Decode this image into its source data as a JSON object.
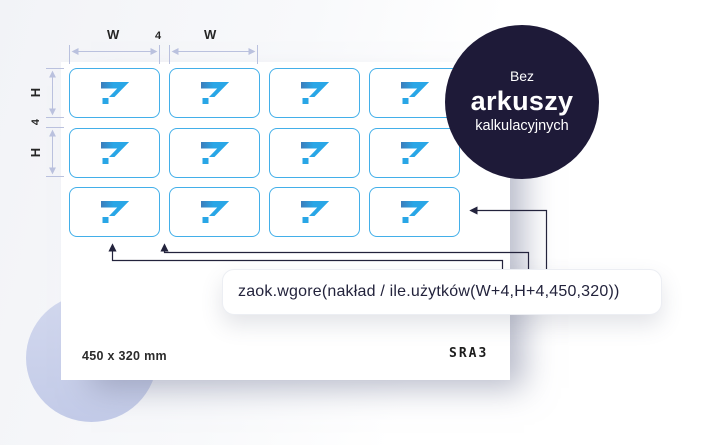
{
  "badge": {
    "lines": [
      "Bez",
      "arkuszy",
      "kalkulacyjnych"
    ],
    "bg_color": "#1e1a38"
  },
  "formula": {
    "text": "zaok.wgore(nakład / ile.użytków(W+4,H+4,450,320))"
  },
  "sheet": {
    "size_label": "450 x 320 mm",
    "format_label": "SRA3"
  },
  "dimensions": {
    "top_width_1": "W",
    "top_gap": "4",
    "top_width_2": "W",
    "left_height_1": "H",
    "left_gap": "4",
    "left_height_2": "H"
  },
  "grid": {
    "rows": 3,
    "cols": 4,
    "icon": "brand-logo-icon"
  },
  "colors": {
    "label_border": "#43afe9",
    "logo_blue": "#29a6e6",
    "logo_blue_dark": "#3c7cba",
    "badge_bg": "#1e1a38",
    "dimension_line": "#bac1de",
    "connector_line": "#23233c",
    "decor_circle": "#c3cbe8"
  }
}
